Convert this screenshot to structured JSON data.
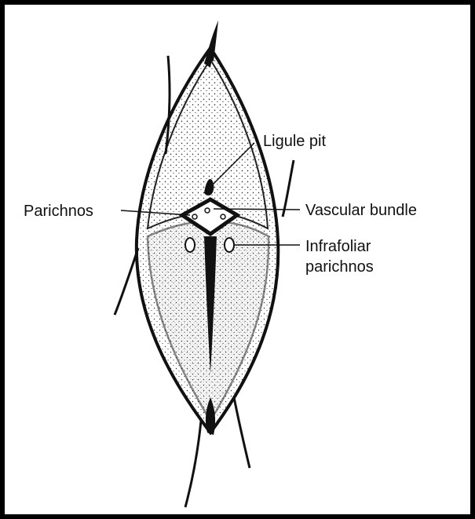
{
  "diagram": {
    "labels": {
      "ligule_pit": "Ligule pit",
      "parichnos": "Parichnos",
      "vascular_bundle": "Vascular bundle",
      "infrafoliar_parichnos_line1": "Infrafoliar",
      "infrafoliar_parichnos_line2": "parichnos"
    },
    "colors": {
      "ink": "#111111",
      "border": "#000000",
      "background": "#ffffff"
    }
  }
}
